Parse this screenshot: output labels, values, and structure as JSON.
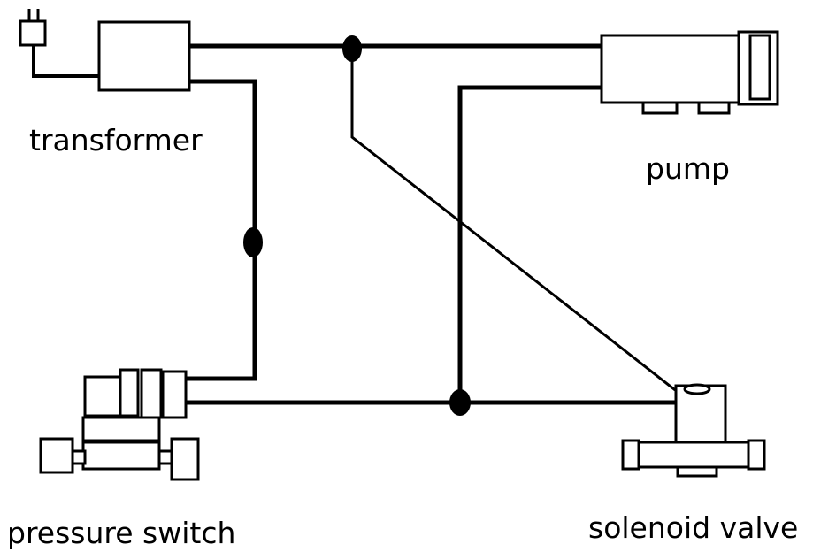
{
  "labels": {
    "transformer": "transformer",
    "pump": "pump",
    "pressure_switch": "pressure switch",
    "solenoid_valve": "solenoid valve"
  }
}
